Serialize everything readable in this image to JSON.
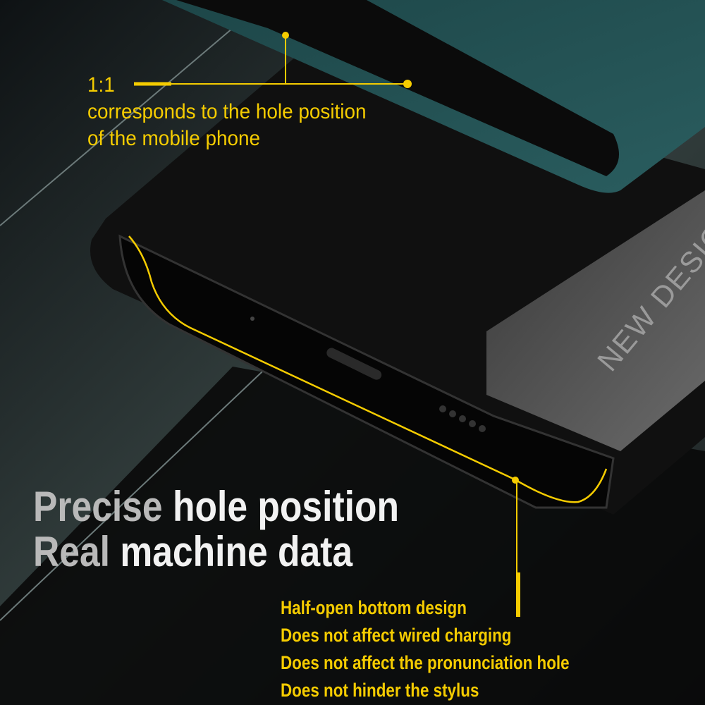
{
  "colors": {
    "accent_yellow": "#f5cc00",
    "case_teal": "#1f4a4c",
    "case_black": "#0d0d0d",
    "background": "#2a3335"
  },
  "top_callout": {
    "ratio": "1:1",
    "line1": "corresponds to the hole position",
    "line2": "of the mobile phone"
  },
  "case_label": "NEW DESIGN",
  "headline": {
    "line1_grey": "Precise",
    "line1_white": "hole position",
    "line2_grey": "Real",
    "line2_white": "machine data"
  },
  "features": [
    "Half-open bottom design",
    "Does not affect wired charging",
    "Does not affect the pronunciation hole",
    "Does not hinder the stylus"
  ]
}
